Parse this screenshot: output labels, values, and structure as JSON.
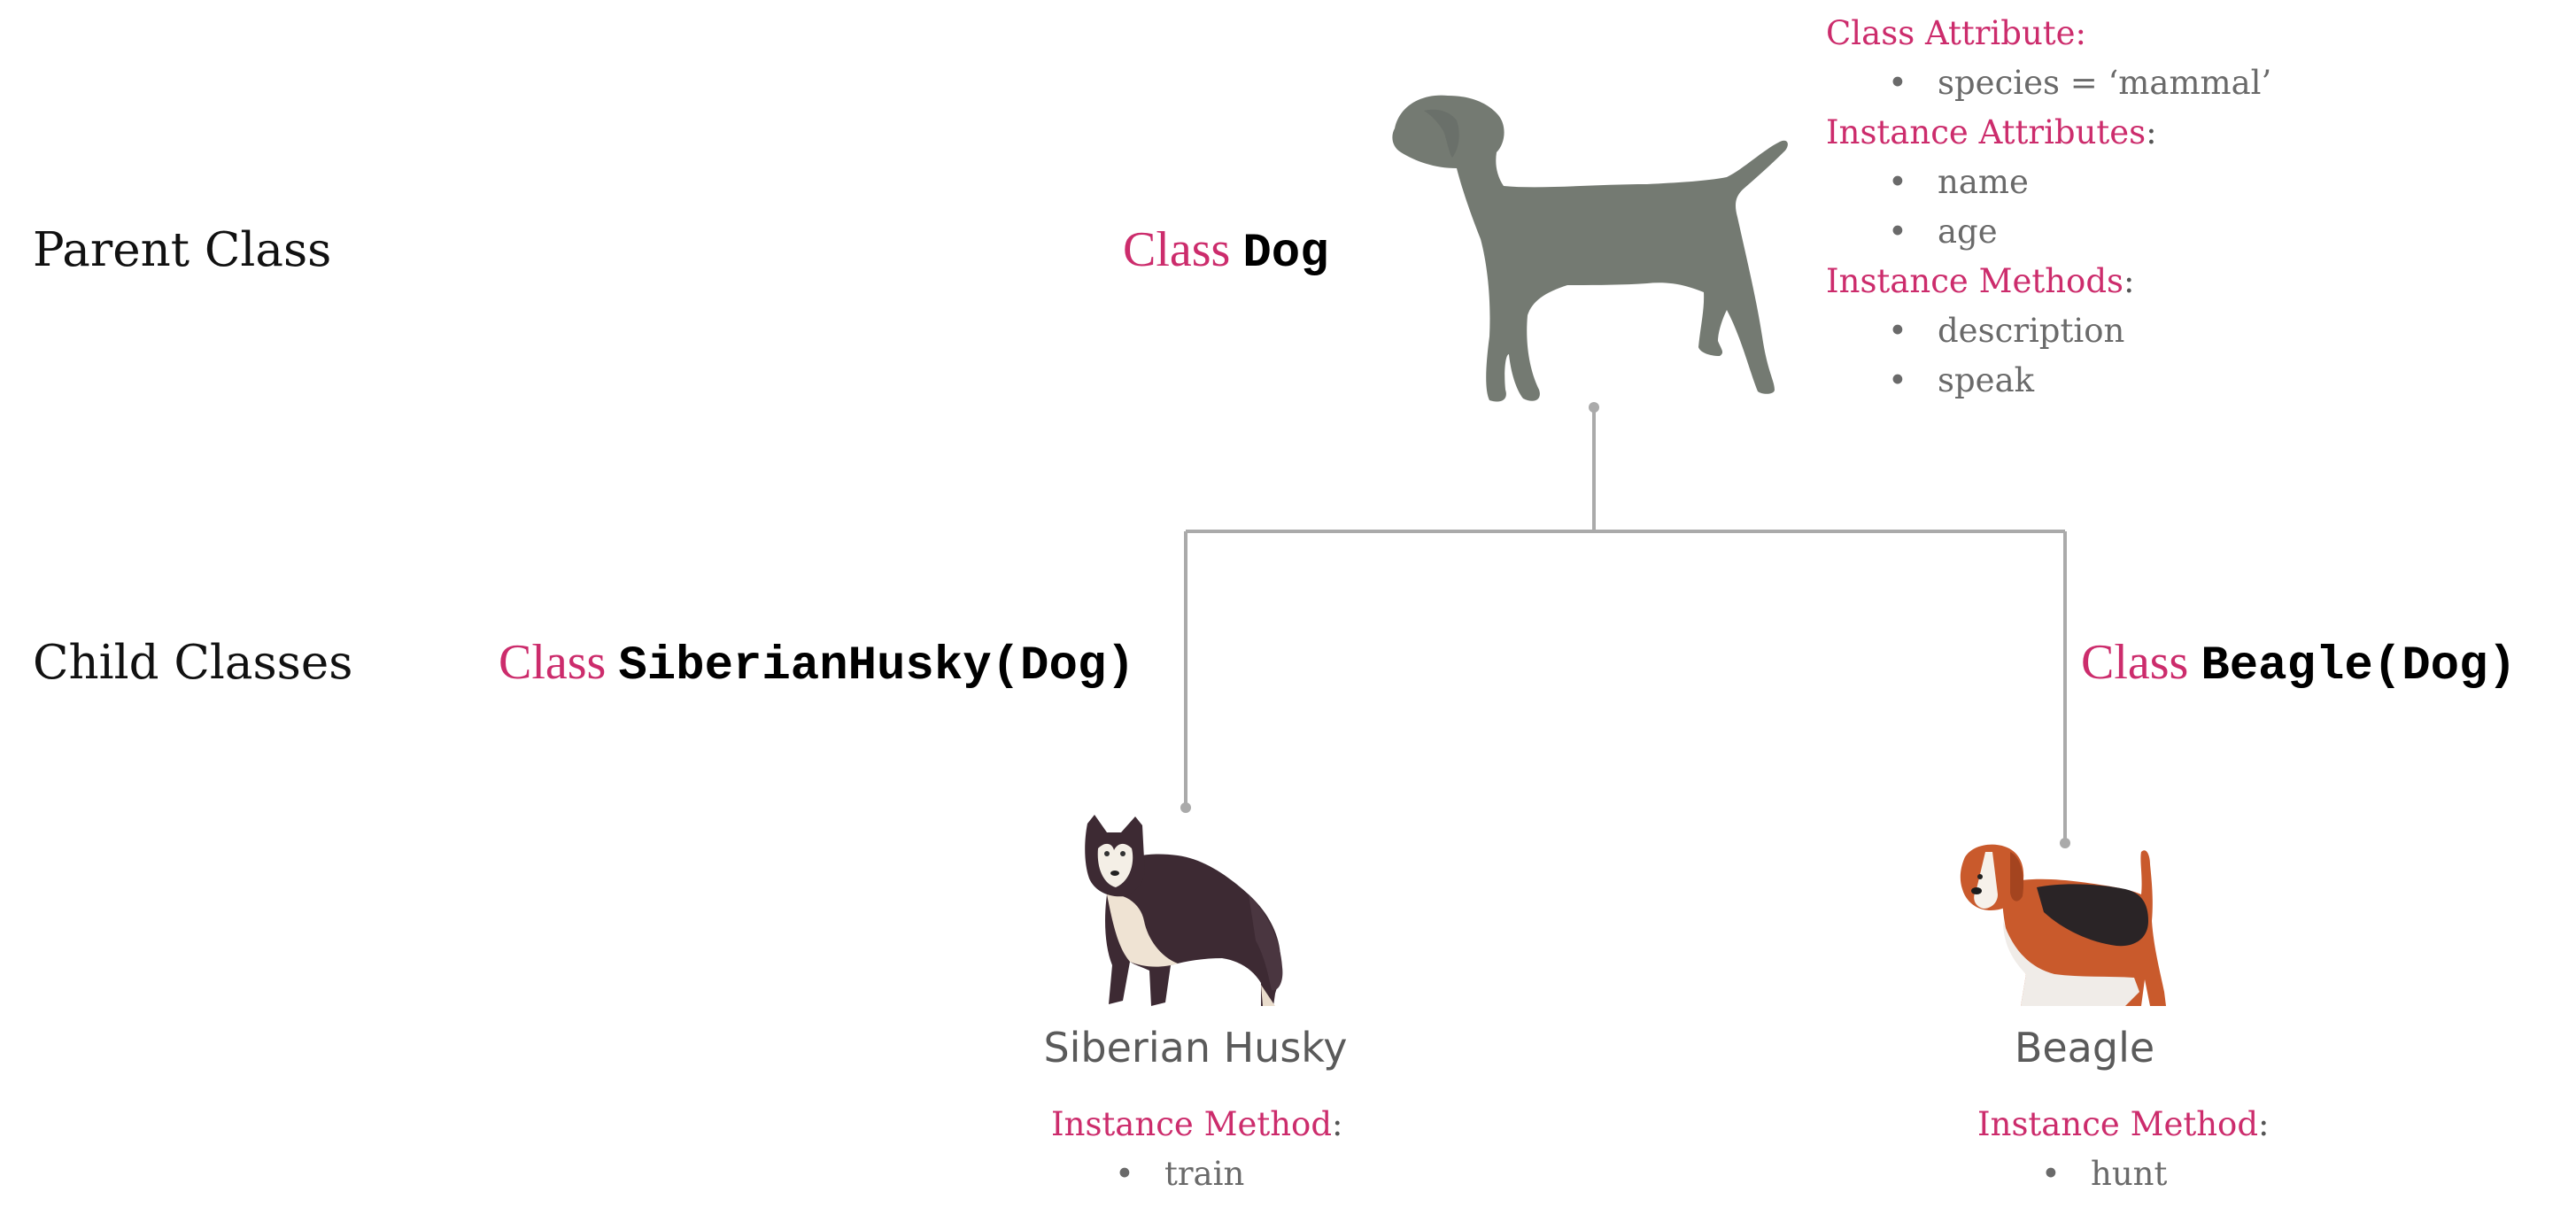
{
  "row_labels": {
    "parent": "Parent Class",
    "child": "Child Classes"
  },
  "parent": {
    "keyword": "Class",
    "name": "Dog",
    "class_attribute_heading": "Class Attribute",
    "class_attributes": [
      "species = ‘mammal’"
    ],
    "instance_attributes_heading": "Instance Attributes",
    "instance_attributes": [
      "name",
      "age"
    ],
    "instance_methods_heading": "Instance Methods",
    "instance_methods": [
      "description",
      "speak"
    ]
  },
  "children": [
    {
      "keyword": "Class",
      "name": "SiberianHusky(Dog)",
      "breed": "Siberian Husky",
      "method_heading": "Instance Method",
      "methods": [
        "train"
      ]
    },
    {
      "keyword": "Class",
      "name": "Beagle(Dog)",
      "breed": "Beagle",
      "method_heading": "Instance Method",
      "methods": [
        "hunt"
      ]
    }
  ],
  "colors": {
    "accent": "#cc2c6c",
    "connector": "#aaaaaa",
    "dog_silhouette": "#747a72"
  },
  "icons": [
    "dog-silhouette-icon",
    "siberian-husky-icon",
    "beagle-icon"
  ]
}
